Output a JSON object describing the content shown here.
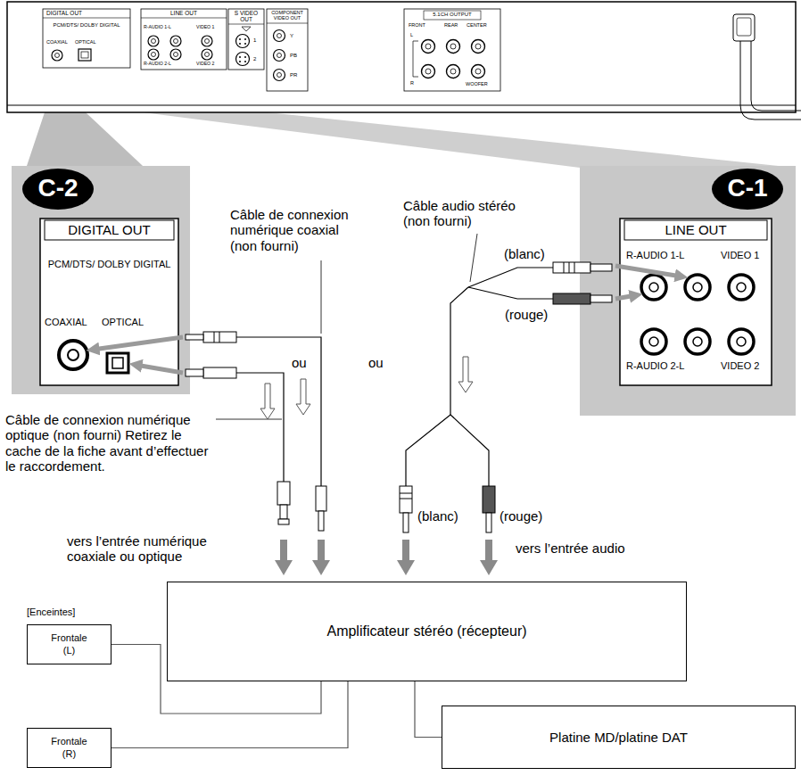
{
  "diagram": {
    "nodes": [
      {
        "text": [
          "Amplificateur stéréo (récepteur)"
        ]
      },
      {
        "text": [
          "Frontale (L)"
        ]
      },
      {
        "text": [
          "Platine MD/platine DAT"
        ]
      },
      {
        "text": [
          "Frontale (R)"
        ]
      }
    ],
    "edges": [
      {
        "from": 0,
        "to": 1,
        "arrow": "none"
      },
      {
        "from": 0,
        "to": 3,
        "arrow": "none"
      },
      {
        "from": 0,
        "to": 2,
        "arrow": "none"
      }
    ],
    "labels": [
      "DIGITAL OUT",
      "PCM/DTS/ DOLBY DIGITAL",
      "COAXIAL",
      "OPTICAL",
      "LINE OUT",
      "R-AUDIO 1-L",
      "VIDEO 1",
      "R-AUDIO 2-L",
      "VIDEO 2",
      "S VIDEO OUT",
      "1",
      "2",
      "COMPONENT VIDEO OUT",
      "Y",
      "PB",
      "PR",
      "5.1CH OUTPUT",
      "FRONT",
      "REAR",
      "CENTER",
      "L",
      "R",
      "WOOFER",
      "C-2",
      "C-1",
      "DIGITAL OUT",
      "PCM/DTS/ DOLBY DIGITAL",
      "COAXIAL",
      "OPTICAL",
      "LINE OUT",
      "R-AUDIO 1-L",
      "VIDEO 1",
      "R-AUDIO 2-L",
      "VIDEO 2",
      "Câble de connexion numérique coaxial (non fourni)",
      "Câble audio stéréo (non fourni)",
      "(blanc)",
      "(rouge)",
      "ou",
      "ou",
      "Câble de connexion numérique optique (non fourni) Retirez le cache de la fiche avant d’effectuer le raccordement.",
      "(blanc)",
      "(rouge)",
      "vers l’entrée numérique coaxiale ou optique",
      "vers l’entrée audio",
      "[Enceintes]"
    ]
  }
}
